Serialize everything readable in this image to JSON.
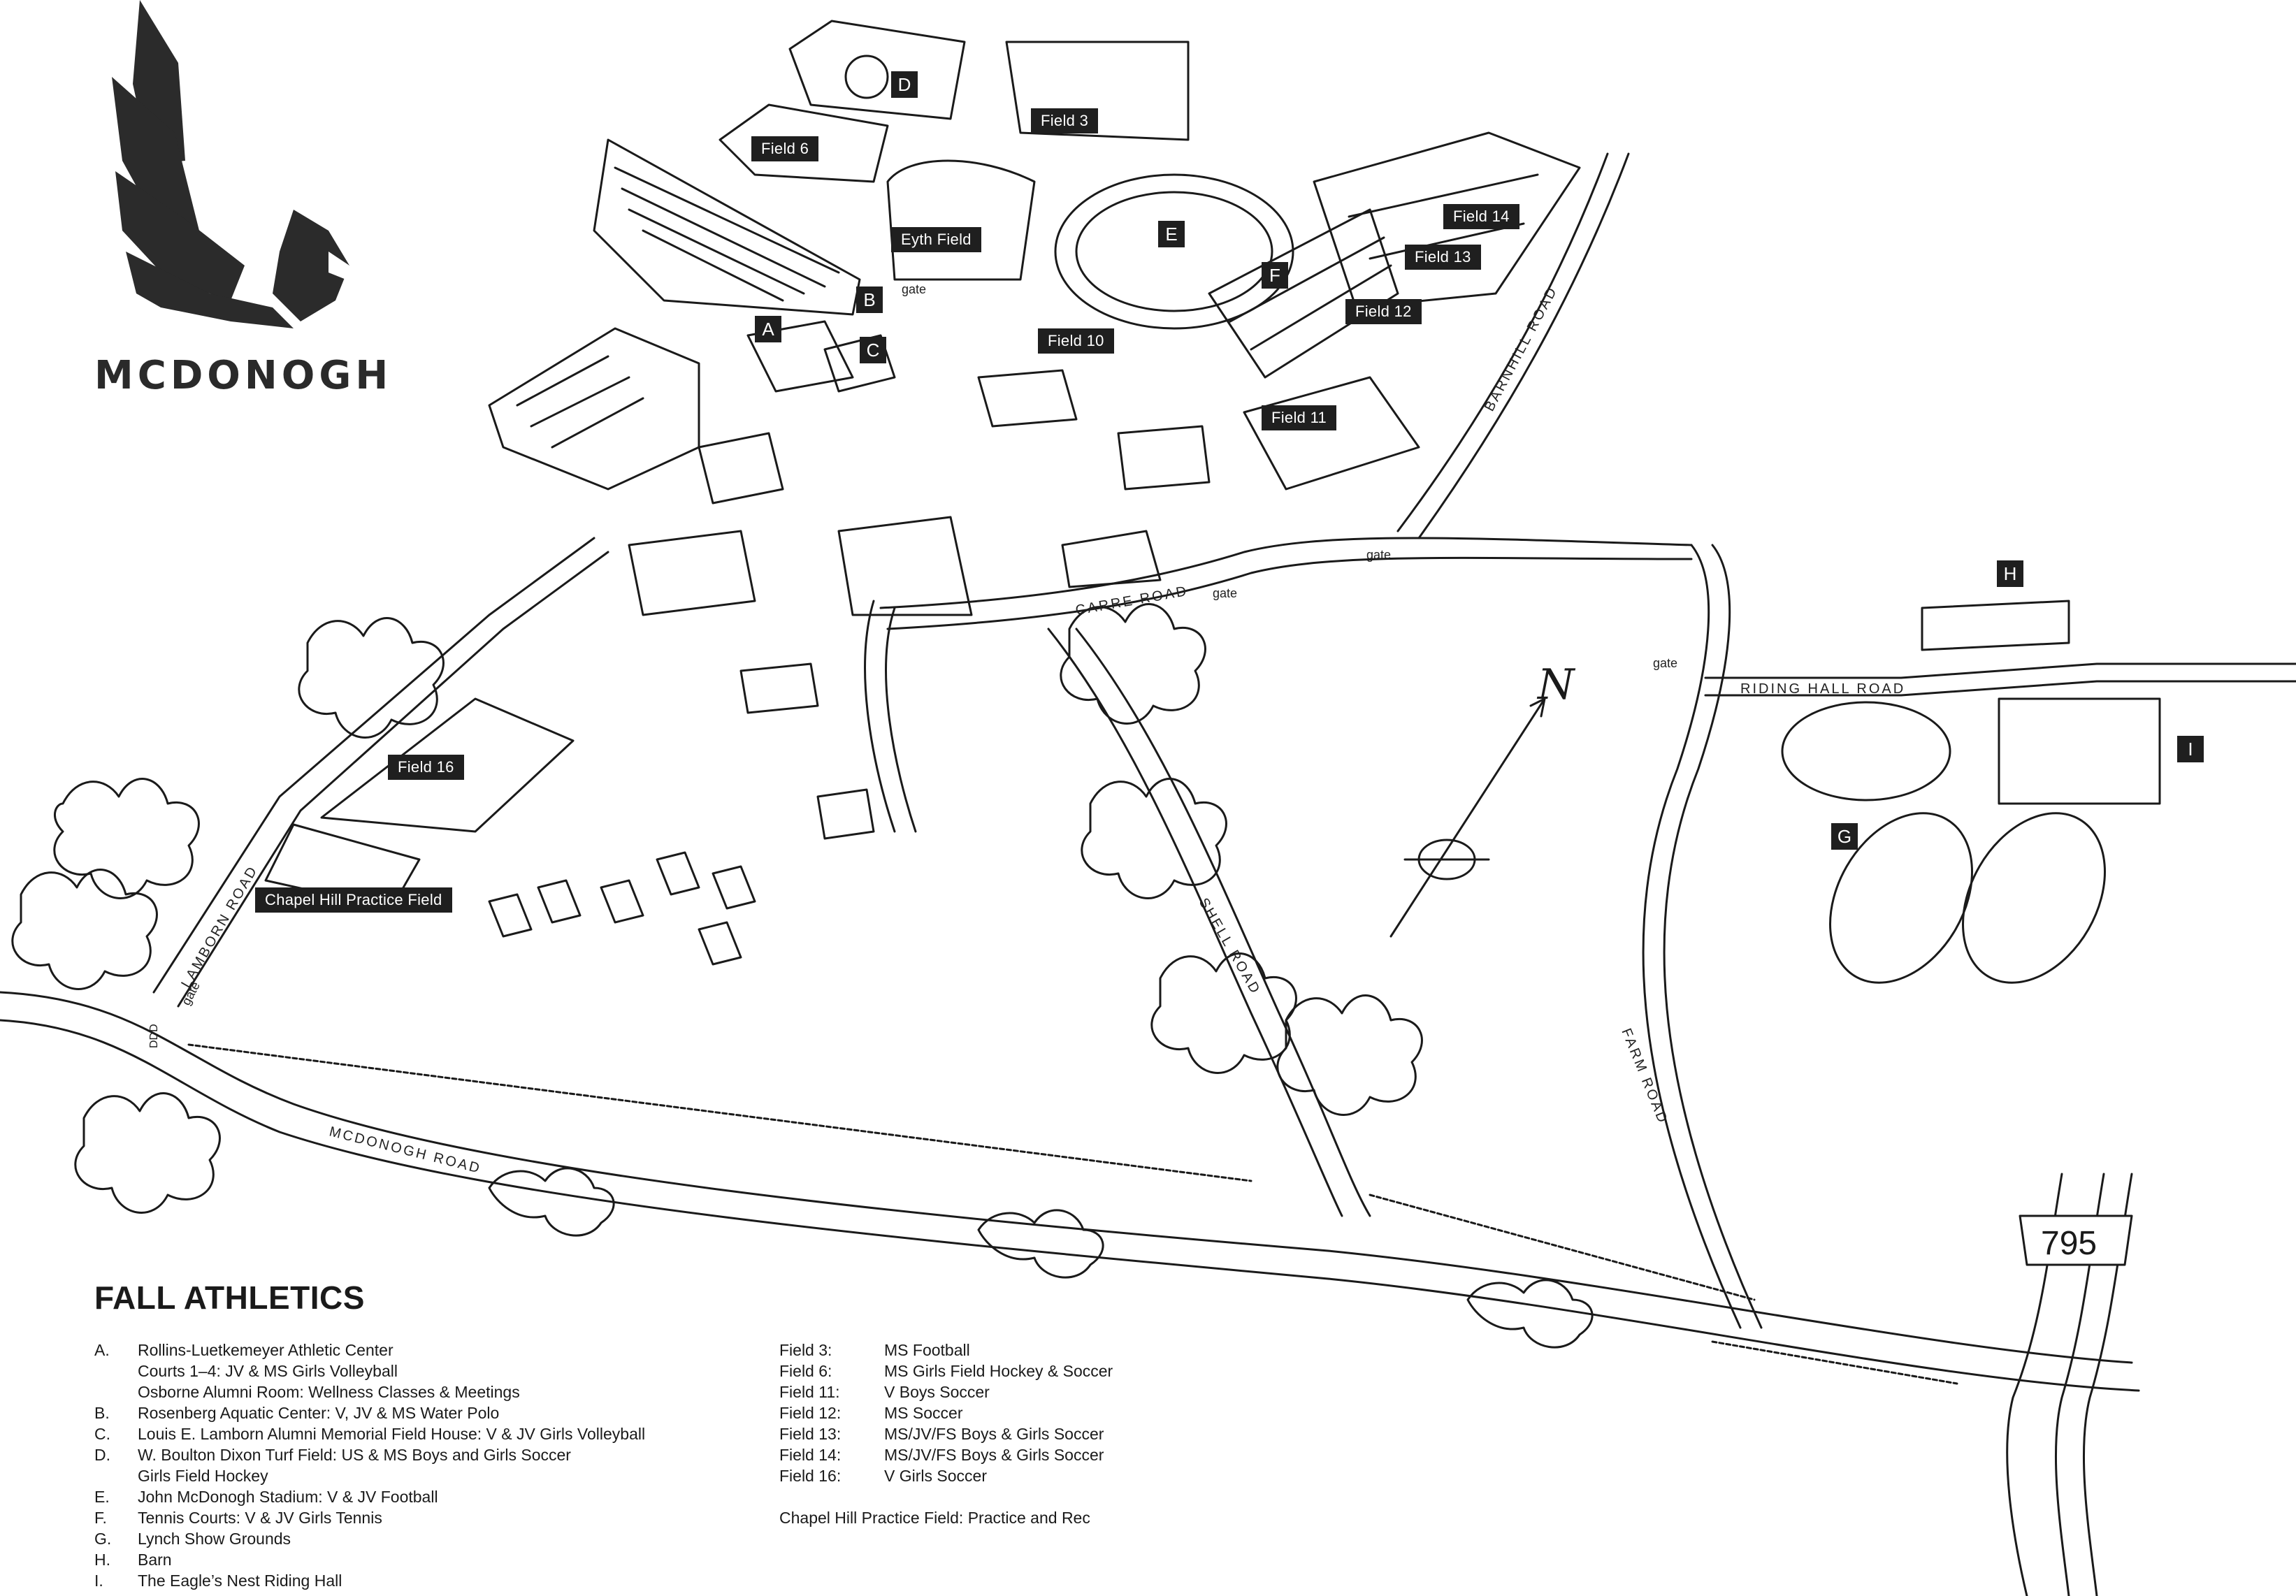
{
  "logo": {
    "wordmark": "MCDONOGH"
  },
  "map_labels": {
    "field_6": "Field 6",
    "field_3": "Field 3",
    "eyth_field": "Eyth Field",
    "field_10": "Field 10",
    "field_14": "Field 14",
    "field_13": "Field 13",
    "field_12": "Field 12",
    "field_11": "Field 11",
    "field_16": "Field 16",
    "chapel_hill": "Chapel Hill Practice Field"
  },
  "letters": {
    "a": "A",
    "b": "B",
    "c": "C",
    "d": "D",
    "e": "E",
    "f": "F",
    "g": "G",
    "h": "H",
    "i": "I"
  },
  "roads": {
    "barnhill": "BARNHILL ROAD",
    "carre": "CARRE ROAD",
    "riding_hall": "RIDING HALL ROAD",
    "shell": "SHELL ROAD",
    "farm": "FARM ROAD",
    "lamborn": "LAMBORN ROAD",
    "mcdonogh": "MCDONOGH ROAD"
  },
  "gates": {
    "label": "gate"
  },
  "highway_shield": "795",
  "compass": {
    "north": "N"
  },
  "mile_marker": "DDD",
  "legend": {
    "title": "FALL ATHLETICS",
    "venues": [
      {
        "key": "A.",
        "text": "Rollins-Luetkemeyer Athletic Center"
      },
      {
        "key": "",
        "text": "Courts 1–4: JV & MS Girls Volleyball"
      },
      {
        "key": "",
        "text": "Osborne Alumni Room: Wellness Classes & Meetings"
      },
      {
        "key": "B.",
        "text": "Rosenberg Aquatic Center: V, JV & MS Water Polo"
      },
      {
        "key": "C.",
        "text": "Louis E. Lamborn Alumni Memorial Field House: V & JV Girls Volleyball"
      },
      {
        "key": "D.",
        "text": "W. Boulton Dixon Turf Field: US & MS Boys and Girls Soccer"
      },
      {
        "key": "",
        "text": "Girls Field Hockey"
      },
      {
        "key": "E.",
        "text": "John McDonogh Stadium: V & JV Football"
      },
      {
        "key": "F.",
        "text": "Tennis Courts: V & JV Girls Tennis"
      },
      {
        "key": "G.",
        "text": "Lynch Show Grounds"
      },
      {
        "key": "H.",
        "text": "Barn"
      },
      {
        "key": "I.",
        "text": "The Eagle’s Nest Riding Hall"
      }
    ],
    "fields": [
      {
        "key": "Field 3:",
        "text": "MS Football"
      },
      {
        "key": "Field 6:",
        "text": "MS Girls Field Hockey & Soccer"
      },
      {
        "key": "Field 11:",
        "text": "V Boys Soccer"
      },
      {
        "key": "Field 12:",
        "text": "MS Soccer"
      },
      {
        "key": "Field 13:",
        "text": "MS/JV/FS Boys & Girls Soccer"
      },
      {
        "key": "Field 14:",
        "text": "MS/JV/FS Boys & Girls Soccer"
      },
      {
        "key": "Field 16:",
        "text": "V Girls Soccer"
      }
    ],
    "chapel_note": "Chapel Hill Practice Field: Practice and Rec"
  }
}
